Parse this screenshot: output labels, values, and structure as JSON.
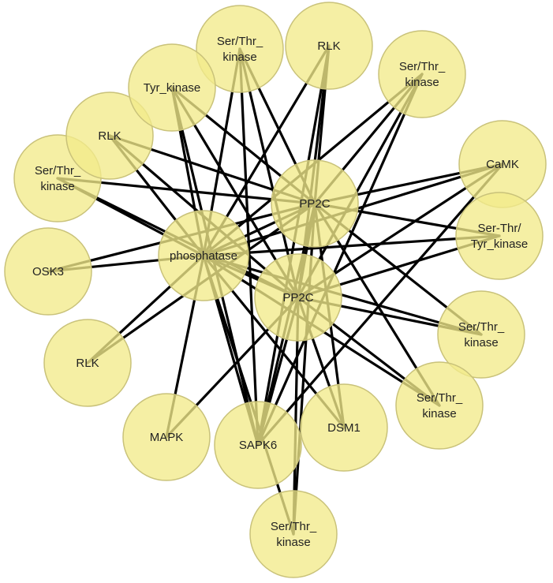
{
  "nodes": [
    {
      "id": "ser_thr_top",
      "lines": [
        "Ser/Thr_",
        "kinase"
      ]
    },
    {
      "id": "rlk_top",
      "lines": [
        "RLK"
      ]
    },
    {
      "id": "ser_thr_upper_right",
      "lines": [
        "Ser/Thr_",
        "kinase"
      ]
    },
    {
      "id": "camk",
      "lines": [
        "CaMK"
      ]
    },
    {
      "id": "ser_thr_tyr",
      "lines": [
        "Ser-Thr/",
        "Tyr_kinase"
      ]
    },
    {
      "id": "ser_thr_right",
      "lines": [
        "Ser/Thr_",
        "kinase"
      ]
    },
    {
      "id": "ser_thr_lower_right",
      "lines": [
        "Ser/Thr_",
        "kinase"
      ]
    },
    {
      "id": "ser_thr_bottom",
      "lines": [
        "Ser/Thr_",
        "kinase"
      ]
    },
    {
      "id": "dsm1",
      "lines": [
        "DSM1"
      ]
    },
    {
      "id": "sapk6",
      "lines": [
        "SAPK6"
      ]
    },
    {
      "id": "mapk",
      "lines": [
        "MAPK"
      ]
    },
    {
      "id": "rlk_lower_left",
      "lines": [
        "RLK"
      ]
    },
    {
      "id": "osk3",
      "lines": [
        "OSK3"
      ]
    },
    {
      "id": "ser_thr_left",
      "lines": [
        "Ser/Thr_",
        "kinase"
      ]
    },
    {
      "id": "rlk_left",
      "lines": [
        "RLK"
      ]
    },
    {
      "id": "tyr_kinase",
      "lines": [
        "Tyr_kinase"
      ]
    },
    {
      "id": "pp2c_upper",
      "lines": [
        "PP2C"
      ]
    },
    {
      "id": "pp2c_lower",
      "lines": [
        "PP2C"
      ]
    },
    {
      "id": "phosphatase",
      "lines": [
        "phosphatase"
      ]
    }
  ],
  "edges": [
    [
      "ser_thr_top",
      "pp2c_upper"
    ],
    [
      "ser_thr_top",
      "pp2c_lower"
    ],
    [
      "ser_thr_top",
      "phosphatase"
    ],
    [
      "ser_thr_top",
      "sapk6"
    ],
    [
      "rlk_top",
      "pp2c_upper"
    ],
    [
      "rlk_top",
      "pp2c_lower"
    ],
    [
      "rlk_top",
      "phosphatase"
    ],
    [
      "rlk_top",
      "sapk6"
    ],
    [
      "ser_thr_upper_right",
      "pp2c_upper"
    ],
    [
      "ser_thr_upper_right",
      "pp2c_lower"
    ],
    [
      "ser_thr_upper_right",
      "phosphatase"
    ],
    [
      "ser_thr_upper_right",
      "sapk6"
    ],
    [
      "camk",
      "pp2c_upper"
    ],
    [
      "camk",
      "pp2c_lower"
    ],
    [
      "camk",
      "phosphatase"
    ],
    [
      "camk",
      "sapk6"
    ],
    [
      "ser_thr_tyr",
      "pp2c_upper"
    ],
    [
      "ser_thr_tyr",
      "pp2c_lower"
    ],
    [
      "ser_thr_tyr",
      "phosphatase"
    ],
    [
      "ser_thr_right",
      "pp2c_upper"
    ],
    [
      "ser_thr_right",
      "pp2c_lower"
    ],
    [
      "ser_thr_right",
      "phosphatase"
    ],
    [
      "ser_thr_lower_right",
      "pp2c_upper"
    ],
    [
      "ser_thr_lower_right",
      "pp2c_lower"
    ],
    [
      "ser_thr_lower_right",
      "phosphatase"
    ],
    [
      "ser_thr_bottom",
      "pp2c_upper"
    ],
    [
      "ser_thr_bottom",
      "pp2c_lower"
    ],
    [
      "ser_thr_bottom",
      "phosphatase"
    ],
    [
      "dsm1",
      "pp2c_upper"
    ],
    [
      "dsm1",
      "pp2c_lower"
    ],
    [
      "dsm1",
      "phosphatase"
    ],
    [
      "sapk6",
      "pp2c_upper"
    ],
    [
      "sapk6",
      "pp2c_lower"
    ],
    [
      "sapk6",
      "phosphatase"
    ],
    [
      "mapk",
      "pp2c_lower"
    ],
    [
      "mapk",
      "phosphatase"
    ],
    [
      "rlk_lower_left",
      "pp2c_upper"
    ],
    [
      "rlk_lower_left",
      "phosphatase"
    ],
    [
      "osk3",
      "pp2c_upper"
    ],
    [
      "osk3",
      "phosphatase"
    ],
    [
      "ser_thr_left",
      "pp2c_upper"
    ],
    [
      "ser_thr_left",
      "pp2c_lower"
    ],
    [
      "ser_thr_left",
      "phosphatase"
    ],
    [
      "rlk_left",
      "pp2c_upper"
    ],
    [
      "rlk_left",
      "pp2c_lower"
    ],
    [
      "rlk_left",
      "phosphatase"
    ],
    [
      "tyr_kinase",
      "pp2c_upper"
    ],
    [
      "tyr_kinase",
      "pp2c_lower"
    ],
    [
      "tyr_kinase",
      "phosphatase"
    ],
    [
      "tyr_kinase",
      "sapk6"
    ],
    [
      "pp2c_upper",
      "phosphatase"
    ],
    [
      "pp2c_upper",
      "pp2c_lower"
    ],
    [
      "pp2c_lower",
      "phosphatase"
    ]
  ]
}
